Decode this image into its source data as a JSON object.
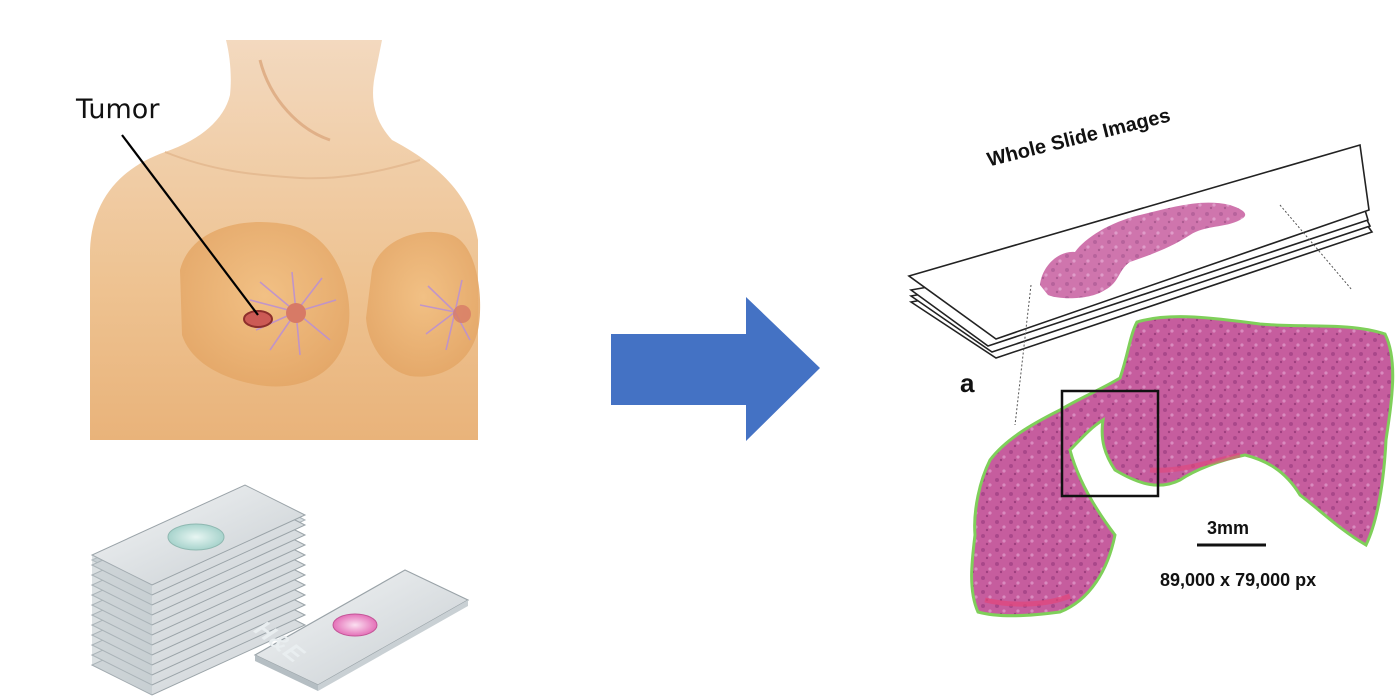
{
  "labels": {
    "tumor": "Tumor",
    "whole_slide_images": "Whole Slide Images",
    "panel": "a",
    "scale_bar": "3mm",
    "resolution": "89,000 x 79,000 px",
    "stain": "H&E"
  },
  "colors": {
    "arrow": "#4472c4",
    "skin": "#f0c494",
    "tissue": "#c85a9a",
    "tissue_border": "#7fcf5a"
  },
  "icons": {
    "flow_arrow": "right-arrow-icon"
  }
}
